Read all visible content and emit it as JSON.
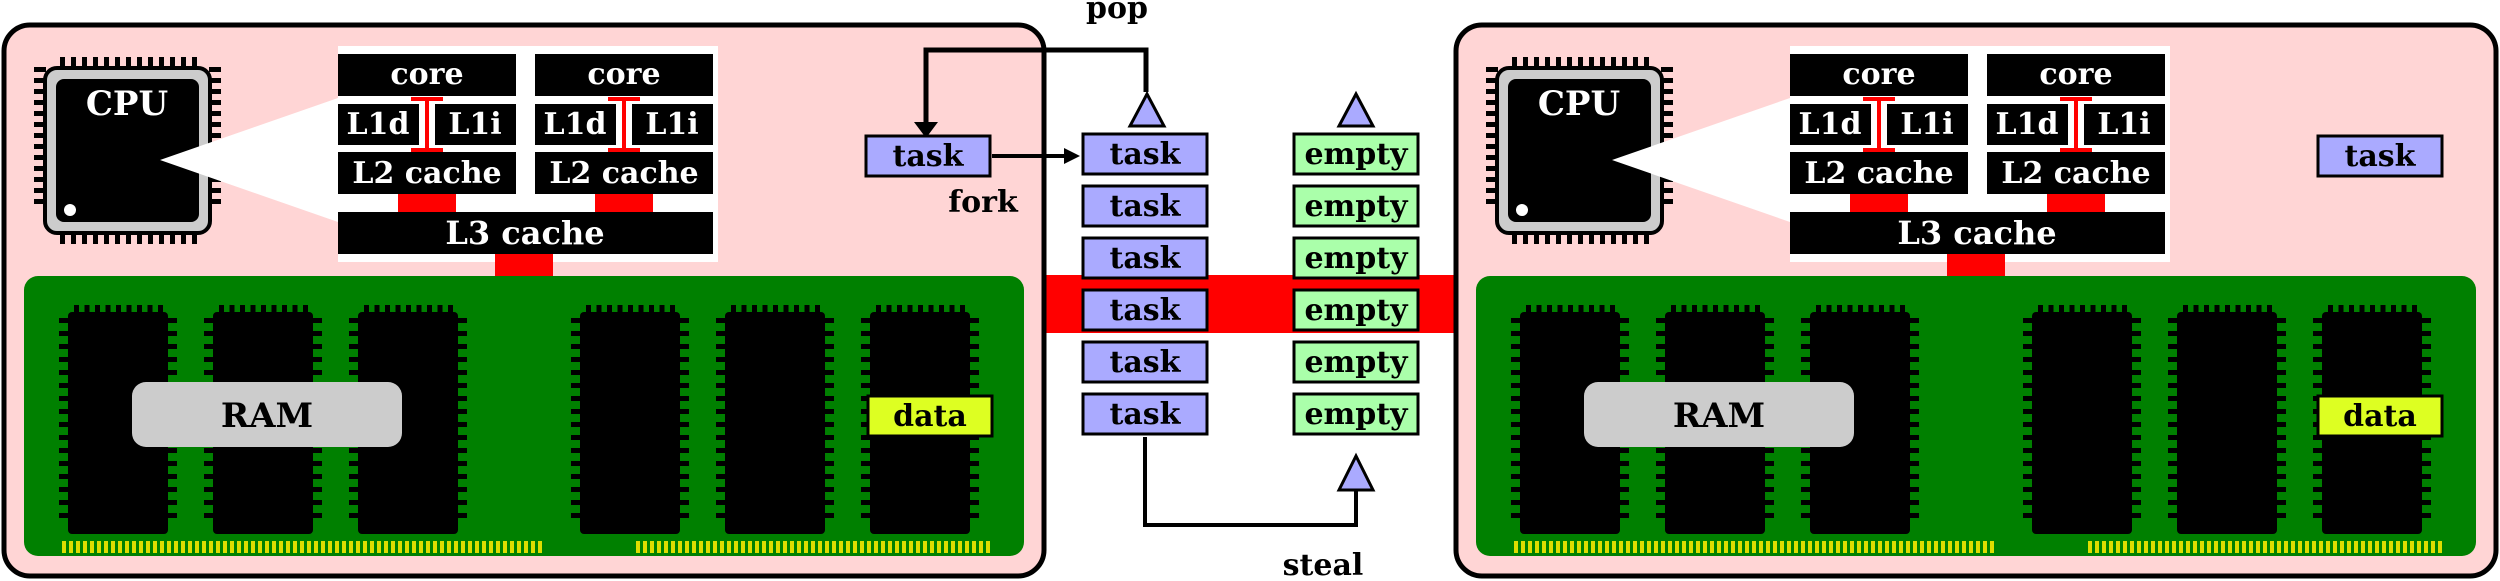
{
  "left_node": {
    "cpu_label": "CPU",
    "cores": [
      {
        "core": "core",
        "l1d": "L1d",
        "l1i": "L1i",
        "l2": "L2 cache"
      },
      {
        "core": "core",
        "l1d": "L1d",
        "l1i": "L1i",
        "l2": "L2 cache"
      }
    ],
    "l3": "L3 cache",
    "ram_label": "RAM",
    "data_label": "data"
  },
  "right_node": {
    "cpu_label": "CPU",
    "cores": [
      {
        "core": "core",
        "l1d": "L1d",
        "l1i": "L1i",
        "l2": "L2 cache"
      },
      {
        "core": "core",
        "l1d": "L1d",
        "l1i": "L1i",
        "l2": "L2 cache"
      }
    ],
    "l3": "L3 cache",
    "ram_label": "RAM",
    "data_label": "data",
    "task_label": "task"
  },
  "forked_task": "task",
  "labels": {
    "pop": "pop",
    "fork": "fork",
    "steal": "steal"
  },
  "queue_left": [
    "task",
    "task",
    "task",
    "task",
    "task",
    "task"
  ],
  "queue_right": [
    "empty",
    "empty",
    "empty",
    "empty",
    "empty",
    "empty"
  ],
  "colors": {
    "node_bg": "#ffd5d5",
    "board_green": "#008000",
    "interconnect_red": "#ff0000",
    "task_fill": "#aaaaff",
    "empty_fill": "#aaffaa",
    "data_fill": "#ddff22",
    "ram_label_fill": "#cccccc",
    "pin_yellow": "#dddd00"
  }
}
